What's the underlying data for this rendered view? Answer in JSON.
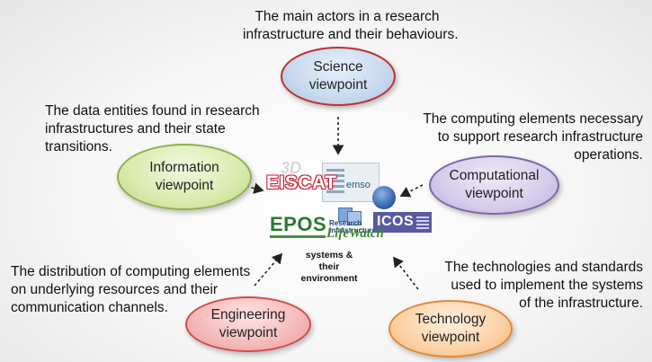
{
  "captions": {
    "science": [
      "The main actors in a research",
      "infrastructure and their behaviours."
    ],
    "information": [
      "The data entities found in research",
      "infrastructures and their state",
      "transitions."
    ],
    "computational": [
      "The computing elements necessary",
      "to support research infrastructure",
      "operations."
    ],
    "engineering": [
      "The distribution of computing elements",
      "on underlying resources and their",
      "communication channels."
    ],
    "technology": [
      "The technologies and standards",
      "used to implement the systems",
      "of the infrastructure."
    ]
  },
  "viewpoints": {
    "science": [
      "Science",
      "viewpoint"
    ],
    "information": [
      "Information",
      "viewpoint"
    ],
    "computational": [
      "Computational",
      "viewpoint"
    ],
    "engineering": [
      "Engineering",
      "viewpoint"
    ],
    "technology": [
      "Technology",
      "viewpoint"
    ]
  },
  "colors": {
    "science_border": "#c0302e",
    "information_border": "#8fb04a",
    "computational_border": "#7c6aa0",
    "engineering_border": "#d04b4b",
    "technology_border": "#e0883a"
  },
  "center": {
    "label": [
      "systems &",
      "their environment"
    ],
    "logos": {
      "eiscat": "EISCAT",
      "emso": "emso",
      "icos": "ICOS",
      "epos": "EPOS",
      "lifewatch": "LifeWatch",
      "ri": "Research Infrastructure"
    }
  }
}
